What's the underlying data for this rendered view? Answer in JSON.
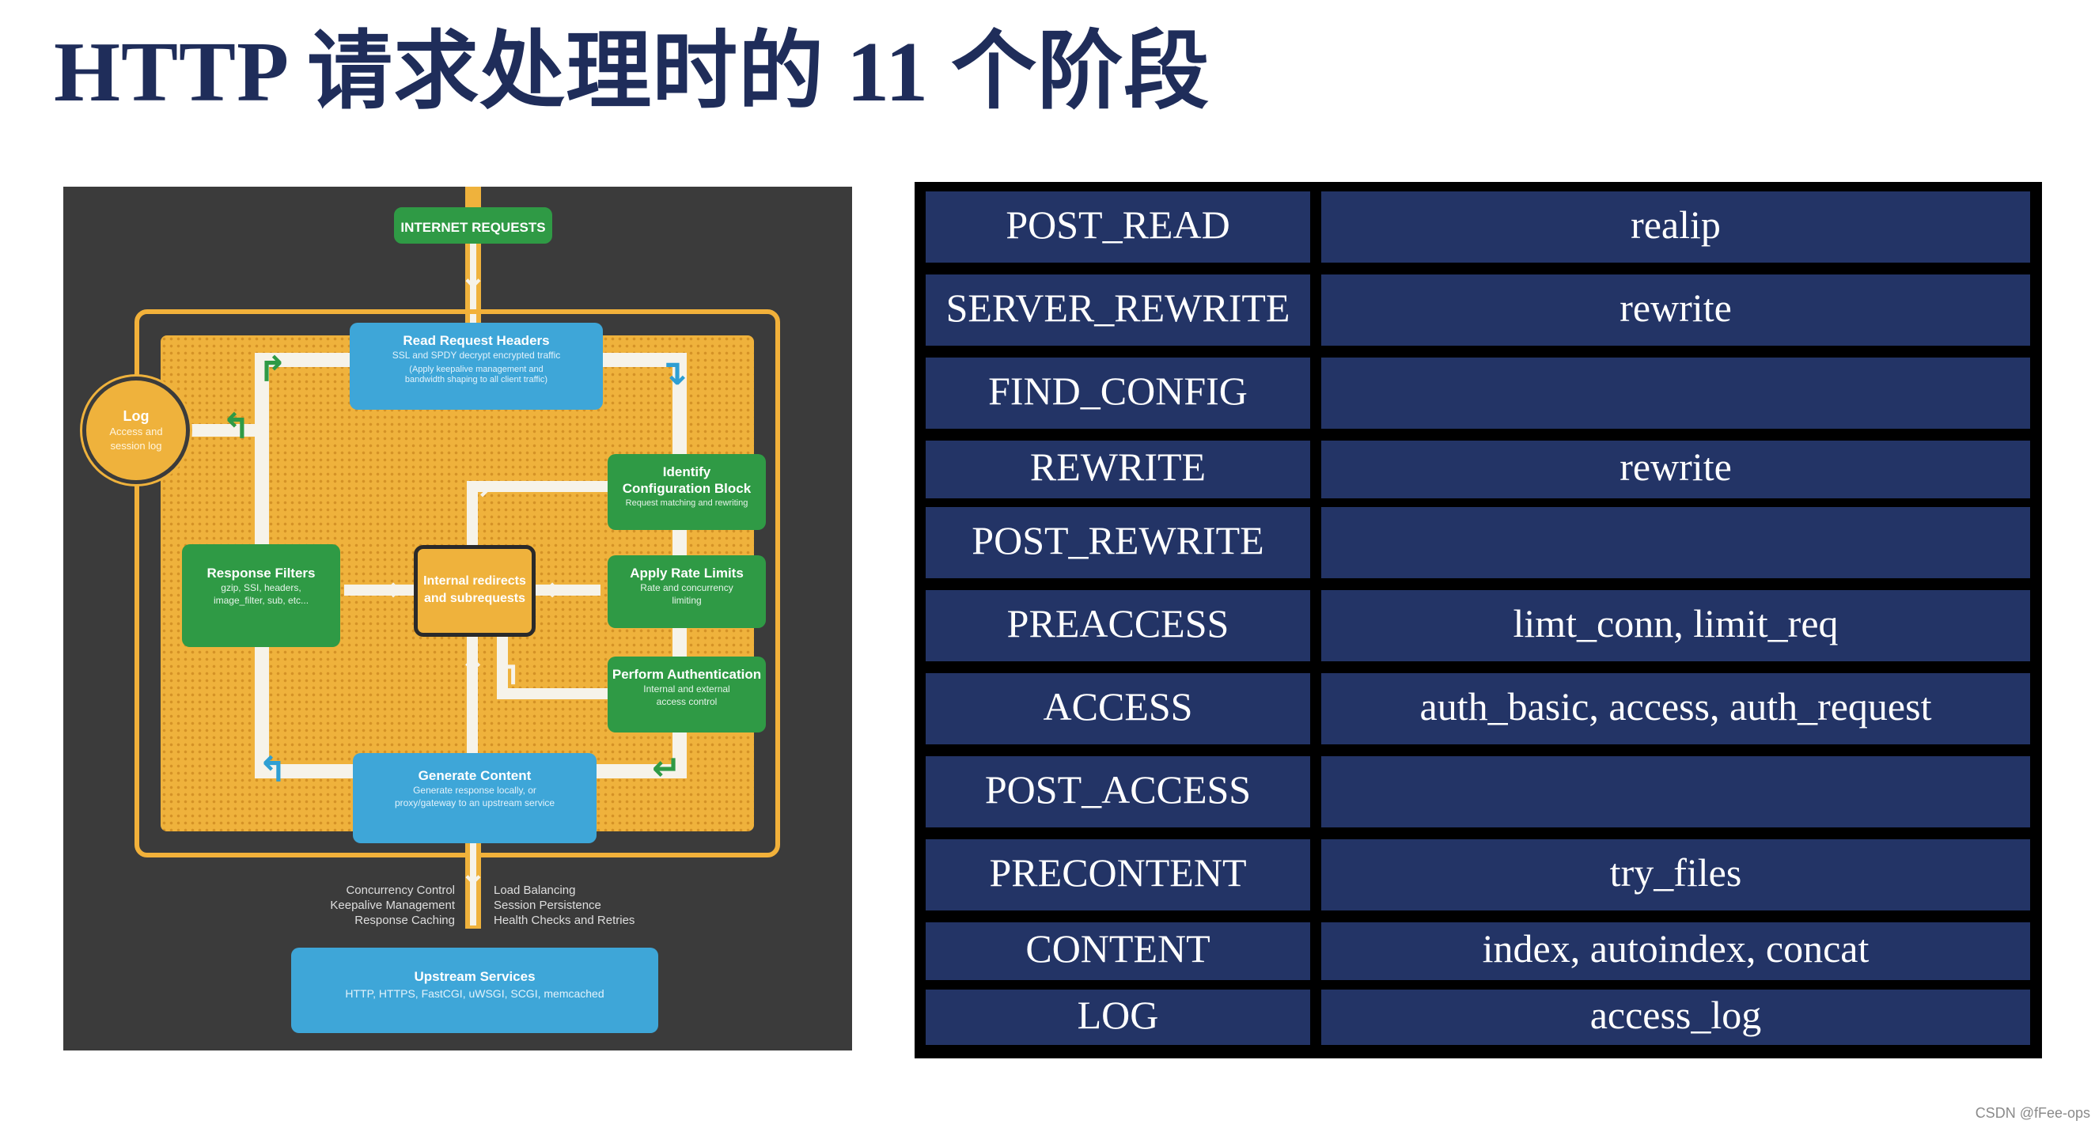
{
  "slide": {
    "title": "HTTP 请求处理时的 11 个阶段"
  },
  "diagram": {
    "entry": "INTERNET REQUESTS",
    "read_headers": {
      "title": "Read Request Headers",
      "line1": "SSL and SPDY decrypt encrypted traffic",
      "line2": "(Apply keepalive management and",
      "line3": "bandwidth shaping to all client traffic)"
    },
    "identify_config": {
      "title1": "Identify",
      "title2": "Configuration Block",
      "line1": "Request matching and rewriting"
    },
    "rate_limits": {
      "title": "Apply Rate Limits",
      "line1": "Rate and concurrency",
      "line2": "limiting"
    },
    "authentication": {
      "title": "Perform Authentication",
      "line1": "Internal and external",
      "line2": "access control"
    },
    "generate_content": {
      "title": "Generate Content",
      "line1": "Generate response locally, or",
      "line2": "proxy/gateway to an upstream service"
    },
    "response_filters": {
      "title": "Response Filters",
      "line1": "gzip, SSI, headers,",
      "line2": "image_filter, sub, etc..."
    },
    "internal_redirects": {
      "line1": "Internal redirects",
      "line2": "and subrequests"
    },
    "log": {
      "title": "Log",
      "line1": "Access and",
      "line2": "session log"
    },
    "left_caption": {
      "line1": "Concurrency Control",
      "line2": "Keepalive Management",
      "line3": "Response Caching"
    },
    "right_caption": {
      "line1": "Load Balancing",
      "line2": "Session Persistence",
      "line3": "Health Checks and Retries"
    },
    "upstream": {
      "title": "Upstream Services",
      "line1": "HTTP, HTTPS, FastCGI, uWSGI, SCGI, memcached"
    }
  },
  "phase_table": {
    "rows": [
      {
        "phase": "POST_READ",
        "module": "realip"
      },
      {
        "phase": "SERVER_REWRITE",
        "module": "rewrite"
      },
      {
        "phase": "FIND_CONFIG",
        "module": ""
      },
      {
        "phase": "REWRITE",
        "module": "rewrite"
      },
      {
        "phase": "POST_REWRITE",
        "module": ""
      },
      {
        "phase": "PREACCESS",
        "module": "limt_conn, limit_req"
      },
      {
        "phase": "ACCESS",
        "module": "auth_basic, access, auth_request"
      },
      {
        "phase": "POST_ACCESS",
        "module": ""
      },
      {
        "phase": "PRECONTENT",
        "module": "try_files"
      },
      {
        "phase": "CONTENT",
        "module": "index, autoindex, concat"
      },
      {
        "phase": "LOG",
        "module": "access_log"
      }
    ]
  },
  "watermark": "CSDN @fFee-ops",
  "colors": {
    "title": "#1f2d5a",
    "table_cell": "#233466",
    "diagram_bg": "#3b3b3b",
    "diagram_orange": "#efb23c",
    "node_green": "#2f9a45",
    "node_blue": "#3ea6d8"
  }
}
